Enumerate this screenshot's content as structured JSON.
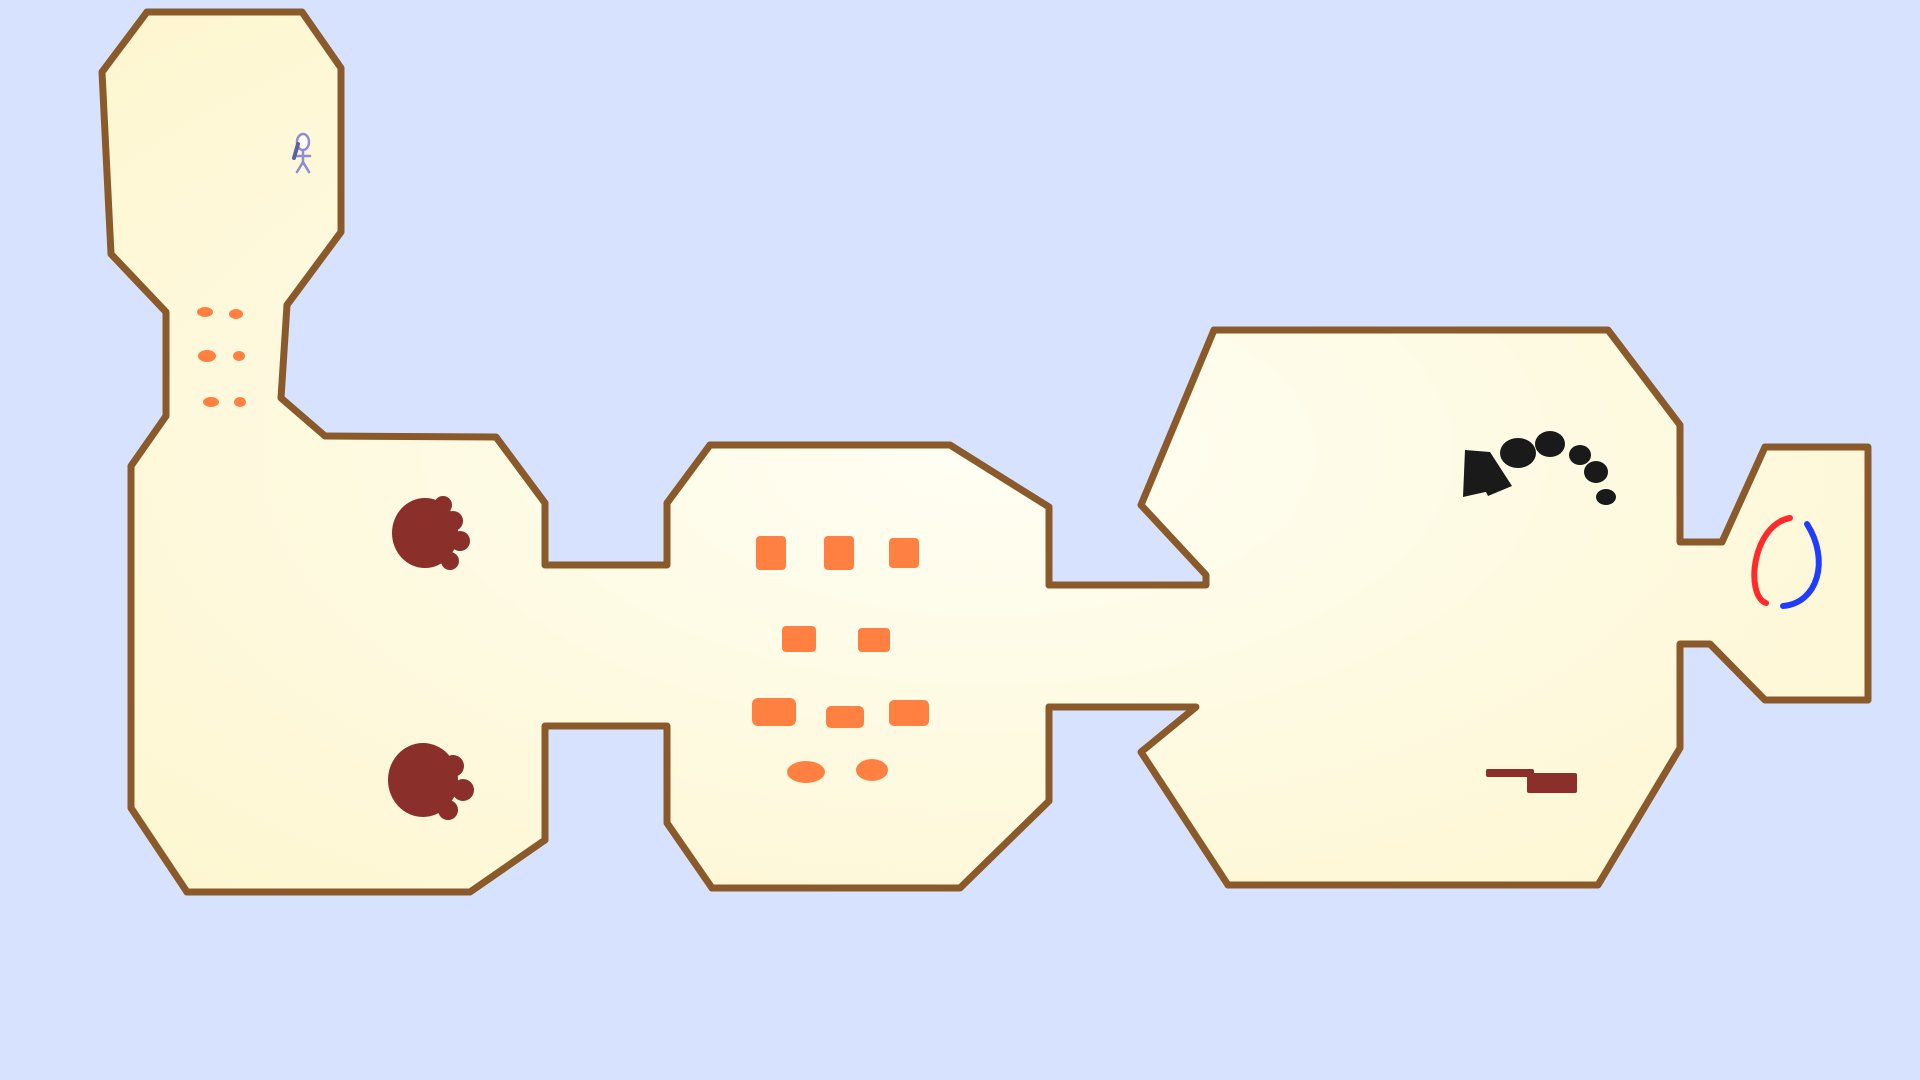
{
  "colors": {
    "background": "#d7e2fe",
    "floor": "#fffbe6",
    "floor_shade": "#fdf6cf",
    "wall": "#8b5a2b",
    "tile": "#ff8040",
    "mushroom": "#8b2f2a",
    "rock": "#1a1a1a",
    "log": "#8b2f2a",
    "portal_left": "#ff2a2a",
    "portal_right": "#1f3cff",
    "player": "#8a8fd8"
  },
  "level": {
    "rooms": [
      "start-room",
      "west-hall",
      "central-room",
      "east-hall",
      "exit-room"
    ],
    "entities": {
      "player": {
        "icon": "player-icon",
        "room": "start-room"
      },
      "orange_pebbles": {
        "icon": "pebble-icon",
        "count": 6
      },
      "orange_tiles": {
        "icon": "orange-tile-icon",
        "count": 10
      },
      "mushrooms": {
        "icon": "mushroom-icon",
        "count": 2
      },
      "rock_chain": {
        "icon": "rock-icon",
        "count": 5
      },
      "log": {
        "icon": "log-icon",
        "count": 1
      },
      "exit_portal": {
        "icon": "portal-icon",
        "room": "exit-room"
      }
    }
  }
}
